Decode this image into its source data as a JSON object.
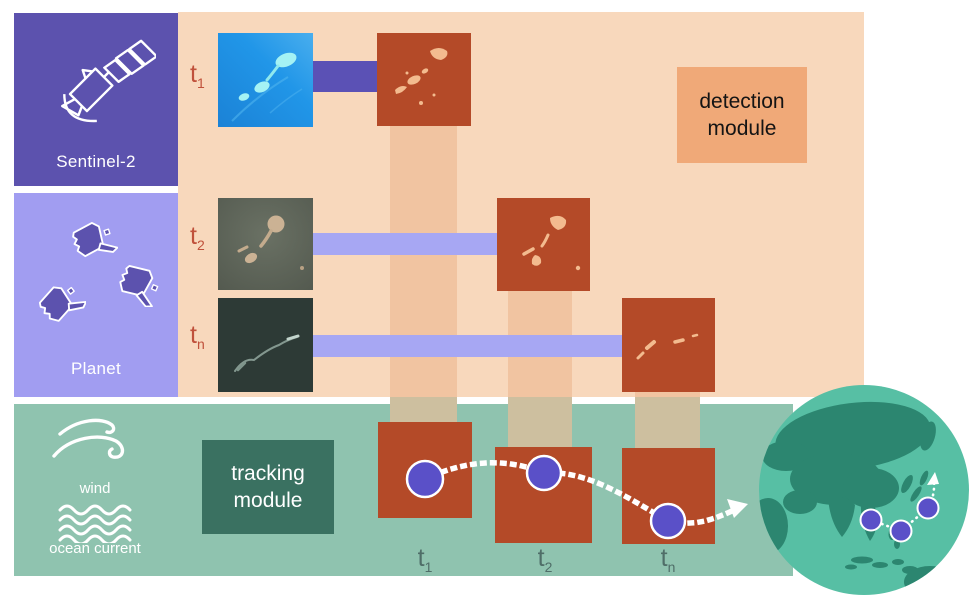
{
  "diagram": {
    "sources": {
      "sentinel": {
        "label": "Sentinel-2"
      },
      "planet": {
        "label": "Planet"
      }
    },
    "environment": {
      "wind_label": "wind",
      "ocean_current_label": "ocean current"
    },
    "modules": {
      "detection": {
        "label": "detection module"
      },
      "tracking": {
        "label": "tracking module"
      }
    },
    "detection_rows": [
      {
        "t": "t",
        "sub": "1"
      },
      {
        "t": "t",
        "sub": "2"
      },
      {
        "t": "t",
        "sub": "n"
      }
    ],
    "tracking_steps": [
      {
        "t": "t",
        "sub": "1"
      },
      {
        "t": "t",
        "sub": "2"
      },
      {
        "t": "t",
        "sub": "n"
      }
    ],
    "icons": {
      "sentinel": "sentinel2-satellite-icon",
      "planet": "cubesat-satellite-icons",
      "wind": "wind-swirl-icon",
      "ocean_current": "ocean-current-waves-icon",
      "globe": "globe-asia-pacific-icon",
      "trajectory": "dotted-trajectory-arrow-icon"
    },
    "colors": {
      "detection_region_bg": "#f8d8bc",
      "tracking_region_bg": "#8fc3af",
      "sentinel_purple": "#5c52ae",
      "planet_purple": "#a19df1",
      "detection_box_red": "#b44a28",
      "plume_peach": "#f3bb8f",
      "detection_label_bg": "#f0a978",
      "tracking_label_bg": "#3a7161",
      "timestep_red": "#c0513b",
      "timestep_teal": "#4f6e68",
      "track_dot_purple": "#5a50c8",
      "globe_ocean": "#57bfa4",
      "globe_land": "#2c8670",
      "column_peach": "#f1c4a1",
      "column_tan": "#cdbf9f",
      "connector_dark": "#5b51b5",
      "connector_light": "#a7a7f3",
      "ocean_photo_blue": "#1e8fe2",
      "photo_olive": "#5f665c",
      "photo_dark_slate": "#2d3a36"
    }
  }
}
